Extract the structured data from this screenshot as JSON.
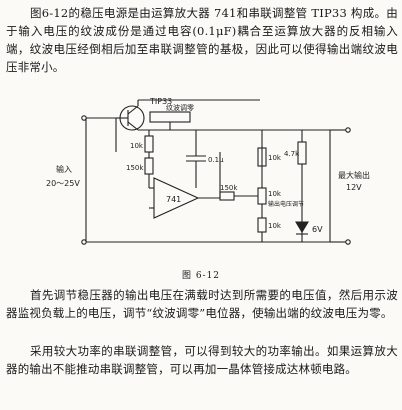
{
  "paragraphs": {
    "p1": "图6-12的稳压电源是由运算放大器 741和串联调整管 TIP33 构成。由于输入电压的纹波成份是通过电容(0.1μF)耦合至运算放大器的反相输入端，纹波电压经倒相后加至串联调整管的基极，因此可以使得输出端纹波电压非常小。",
    "p2": "首先调节稳压器的输出电压在满载时达到所需要的电压值，然后用示波器监视负载上的电压，调节“纹波调零”电位器，使输出端的纹波电压为零。",
    "p3": "采用较大功率的串联调整管，可以得到较大的功率输出。如果运算放大器的输出不能推动串联调整管，可以再加一晶体管接成达林顿电路。"
  },
  "figure": {
    "caption": "图 6-12",
    "labels": {
      "transistor": "TIP33",
      "ripple_null": "纹波调零",
      "r1": "10k",
      "r2": "150k",
      "cap": "0.1μ",
      "input": "输入",
      "input_range": "20～25V",
      "opamp": "741",
      "r_in": "150k",
      "r_pot": "10k",
      "pot_label": "输出电压调节",
      "r3": "10k",
      "r4": "10k",
      "r5": "4.7k",
      "output": "最大输出",
      "output_v": "12V",
      "zener": "6V"
    }
  }
}
